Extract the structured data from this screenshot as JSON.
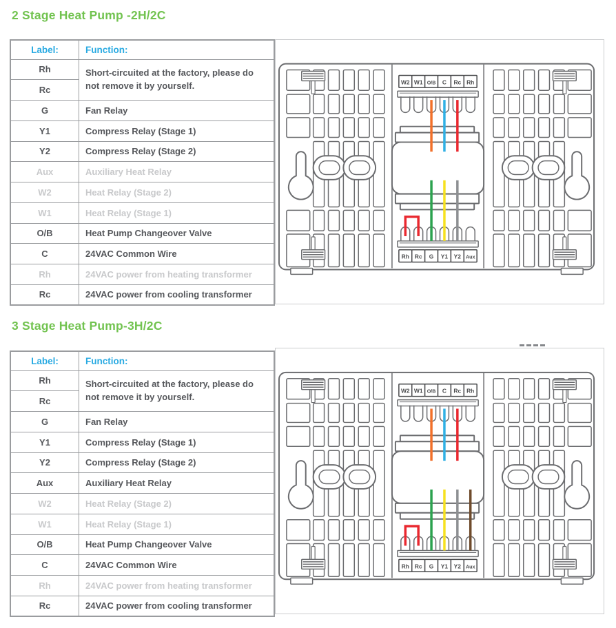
{
  "colors": {
    "title_green": "#72c350",
    "header_blue": "#29aae2",
    "text_dark": "#55575b",
    "text_dim": "#c8c9cb",
    "table_border": "#9a9c9f",
    "diagram_stroke": "#6b6c6f",
    "diagram_label_ink": "#4a4b4d",
    "panel_border": "#cbccce"
  },
  "sections": [
    {
      "title": "2 Stage Heat Pump -2H/2C",
      "table": {
        "label_header": "Label:",
        "function_header": "Function:",
        "merged_function": "Short-circuited at the factory, please do not remove it by yourself.",
        "rows": [
          {
            "label": "Rh",
            "dim": false
          },
          {
            "label": "Rc",
            "dim": false
          },
          {
            "label": "G",
            "function": "Fan Relay",
            "dim": false
          },
          {
            "label": "Y1",
            "function": "Compress Relay  (Stage 1)",
            "dim": false
          },
          {
            "label": "Y2",
            "function": "Compress Relay  (Stage 2)",
            "dim": false
          },
          {
            "label": "Aux",
            "function": "Auxiliary Heat Relay",
            "dim": true
          },
          {
            "label": "W2",
            "function": "Heat Relay (Stage 2)",
            "dim": true
          },
          {
            "label": "W1",
            "function": "Heat Relay (Stage 1)",
            "dim": true
          },
          {
            "label": "O/B",
            "function": "Heat Pump Changeover Valve",
            "dim": false
          },
          {
            "label": "C",
            "function": "24VAC Common Wire",
            "dim": false
          },
          {
            "label": "Rh",
            "function": "24VAC power from heating transformer",
            "dim": true
          },
          {
            "label": "Rc",
            "function": "24VAC power from cooling transformer",
            "dim": false
          }
        ]
      },
      "diagram": {
        "top_terminals": [
          "W2",
          "W1",
          "O/B",
          "C",
          "Rc",
          "Rh"
        ],
        "bottom_terminals": [
          "Rh",
          "Rc",
          "G",
          "Y1",
          "Y2",
          "Aux"
        ],
        "top_wires": [
          {
            "terminal": "O/B",
            "color": "#f2702a"
          },
          {
            "terminal": "C",
            "color": "#2fb0e4"
          },
          {
            "terminal": "Rc",
            "color": "#e9282f"
          }
        ],
        "bottom_wires": [
          {
            "terminal": "G",
            "color": "#2ba24e"
          },
          {
            "terminal": "Y1",
            "color": "#f6e11f"
          },
          {
            "terminal": "Y2",
            "color": "#8d8f92"
          }
        ],
        "jumper": {
          "from": "Rh",
          "to": "Rc",
          "color": "#e9282f"
        }
      }
    },
    {
      "title": "3 Stage Heat Pump-3H/2C",
      "table": {
        "label_header": "Label:",
        "function_header": "Function:",
        "merged_function": "Short-circuited at the factory, please do not remove it by yourself.",
        "rows": [
          {
            "label": "Rh",
            "dim": false
          },
          {
            "label": "Rc",
            "dim": false
          },
          {
            "label": "G",
            "function": "Fan Relay",
            "dim": false
          },
          {
            "label": "Y1",
            "function": "Compress Relay  (Stage 1)",
            "dim": false
          },
          {
            "label": "Y2",
            "function": "Compress Relay  (Stage 2)",
            "dim": false
          },
          {
            "label": "Aux",
            "function": "Auxiliary Heat Relay",
            "dim": false
          },
          {
            "label": "W2",
            "function": "Heat Relay (Stage 2)",
            "dim": true
          },
          {
            "label": "W1",
            "function": "Heat Relay (Stage 1)",
            "dim": true
          },
          {
            "label": "O/B",
            "function": "Heat Pump Changeover Valve",
            "dim": false
          },
          {
            "label": "C",
            "function": "24VAC Common Wire",
            "dim": false
          },
          {
            "label": "Rh",
            "function": "24VAC power from heating transformer",
            "dim": true
          },
          {
            "label": "Rc",
            "function": "24VAC power from cooling transformer",
            "dim": false
          }
        ]
      },
      "diagram": {
        "top_terminals": [
          "W2",
          "W1",
          "O/B",
          "C",
          "Rc",
          "Rh"
        ],
        "bottom_terminals": [
          "Rh",
          "Rc",
          "G",
          "Y1",
          "Y2",
          "Aux"
        ],
        "top_wires": [
          {
            "terminal": "O/B",
            "color": "#f2702a"
          },
          {
            "terminal": "C",
            "color": "#2fb0e4"
          },
          {
            "terminal": "Rc",
            "color": "#e9282f"
          }
        ],
        "bottom_wires": [
          {
            "terminal": "G",
            "color": "#2ba24e"
          },
          {
            "terminal": "Y1",
            "color": "#f6e11f"
          },
          {
            "terminal": "Y2",
            "color": "#8d8f92"
          },
          {
            "terminal": "Aux",
            "color": "#6f4b2c"
          }
        ],
        "jumper": {
          "from": "Rh",
          "to": "Rc",
          "color": "#e9282f"
        }
      }
    }
  ]
}
